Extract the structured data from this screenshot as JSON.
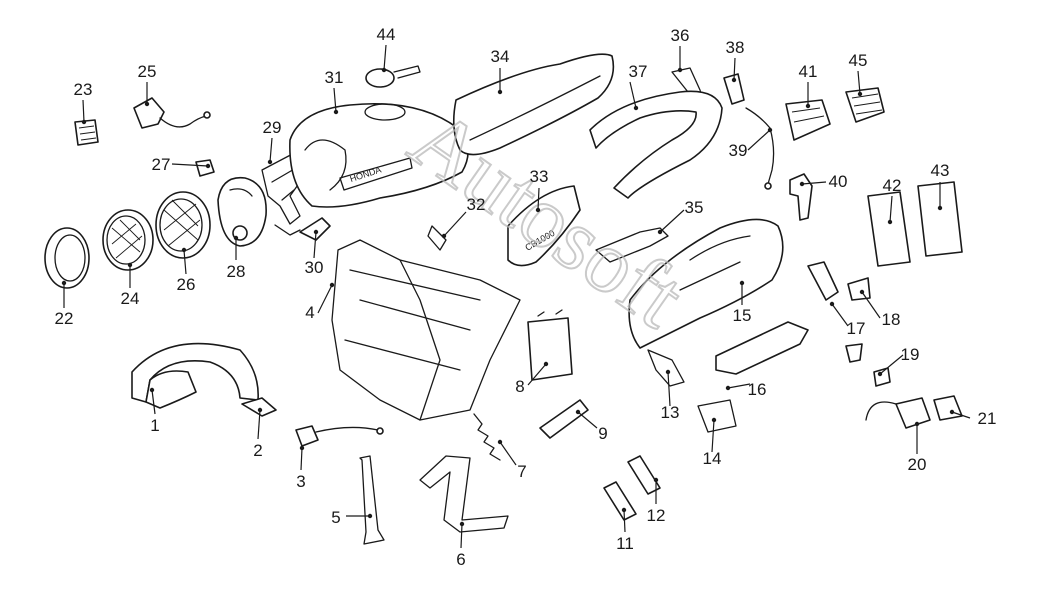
{
  "diagram": {
    "brand_mark": "HONDA",
    "model_mark": "CB1000",
    "watermark": "Autosoft"
  },
  "parts": [
    {
      "id": "1"
    },
    {
      "id": "2"
    },
    {
      "id": "3"
    },
    {
      "id": "4"
    },
    {
      "id": "5"
    },
    {
      "id": "6"
    },
    {
      "id": "7"
    },
    {
      "id": "8"
    },
    {
      "id": "9"
    },
    {
      "id": "11"
    },
    {
      "id": "12"
    },
    {
      "id": "13"
    },
    {
      "id": "14"
    },
    {
      "id": "15"
    },
    {
      "id": "16"
    },
    {
      "id": "17"
    },
    {
      "id": "18"
    },
    {
      "id": "19"
    },
    {
      "id": "20"
    },
    {
      "id": "21"
    },
    {
      "id": "22"
    },
    {
      "id": "23"
    },
    {
      "id": "24"
    },
    {
      "id": "25"
    },
    {
      "id": "26"
    },
    {
      "id": "27"
    },
    {
      "id": "28"
    },
    {
      "id": "29"
    },
    {
      "id": "30"
    },
    {
      "id": "31"
    },
    {
      "id": "32"
    },
    {
      "id": "33"
    },
    {
      "id": "34"
    },
    {
      "id": "35"
    },
    {
      "id": "36"
    },
    {
      "id": "37"
    },
    {
      "id": "38"
    },
    {
      "id": "39"
    },
    {
      "id": "40"
    },
    {
      "id": "41"
    },
    {
      "id": "42"
    },
    {
      "id": "43"
    },
    {
      "id": "44"
    },
    {
      "id": "45"
    }
  ]
}
